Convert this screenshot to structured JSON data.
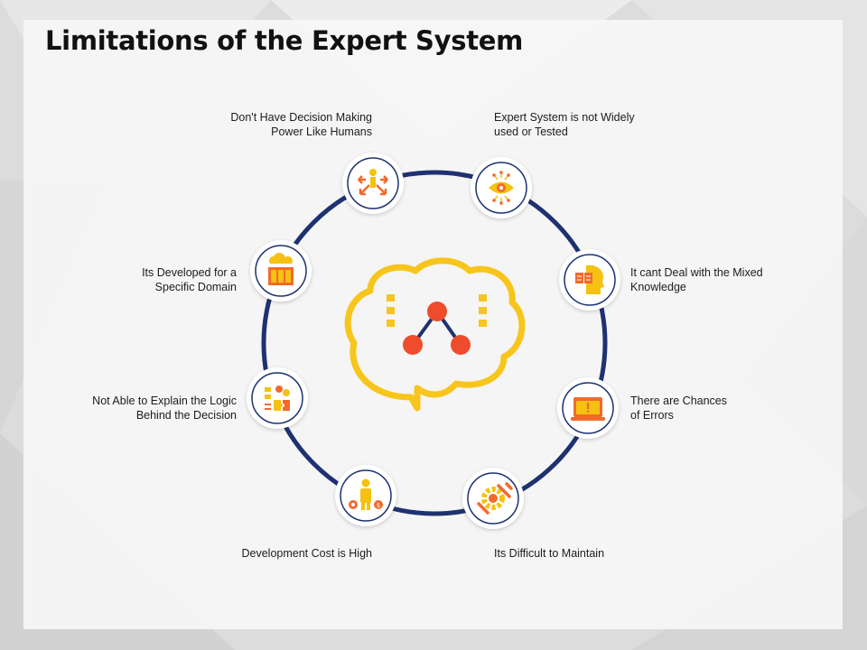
{
  "title": "Limitations of the Expert System",
  "colors": {
    "ring": "#1e3170",
    "icon_orange": "#f26a2b",
    "icon_yellow": "#f5c112",
    "brain_yellow": "#f7c51c",
    "node_red": "#ee4c2c",
    "text": "#1c1c1c"
  },
  "items": [
    {
      "icon": "decision-arrows-icon",
      "lines": [
        "Don't Have Decision Making",
        "Power Like Humans"
      ]
    },
    {
      "icon": "eye-network-icon",
      "lines": [
        "Expert System is not Widely",
        "used or Tested"
      ]
    },
    {
      "icon": "head-book-icon",
      "lines": [
        "It cant Deal with the Mixed",
        "Knowledge"
      ]
    },
    {
      "icon": "laptop-error-icon",
      "lines": [
        "There are Chances",
        "of Errors"
      ]
    },
    {
      "icon": "gear-wrench-icon",
      "lines": [
        "Its Difficult to Maintain"
      ]
    },
    {
      "icon": "person-cost-icon",
      "lines": [
        "Development Cost is High"
      ]
    },
    {
      "icon": "logic-puzzle-icon",
      "lines": [
        "Not Able to Explain the Logic",
        "Behind the Decision"
      ]
    },
    {
      "icon": "cloud-domain-icon",
      "lines": [
        "Its Developed for a",
        "Specific Domain"
      ]
    }
  ],
  "center_icon": "brain-network-icon"
}
